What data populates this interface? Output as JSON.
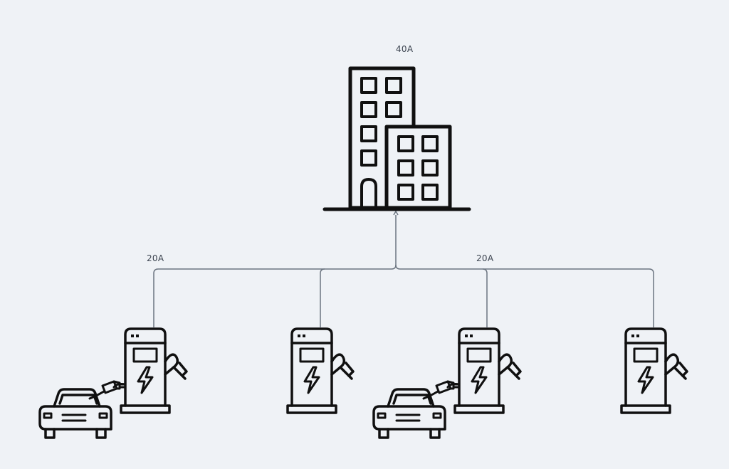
{
  "labels": {
    "building_current": "40A",
    "left_branch_current": "20A",
    "right_branch_current": "20A"
  },
  "colors": {
    "background": "#eff2f6",
    "wire": "#6b7480",
    "icon": "#101010"
  },
  "nodes": {
    "building": {
      "icon": "building-icon"
    },
    "chargers": [
      {
        "icon": "ev-charger-icon",
        "has_car": true
      },
      {
        "icon": "ev-charger-icon",
        "has_car": false
      },
      {
        "icon": "ev-charger-icon",
        "has_car": true
      },
      {
        "icon": "ev-charger-icon",
        "has_car": false
      }
    ]
  }
}
